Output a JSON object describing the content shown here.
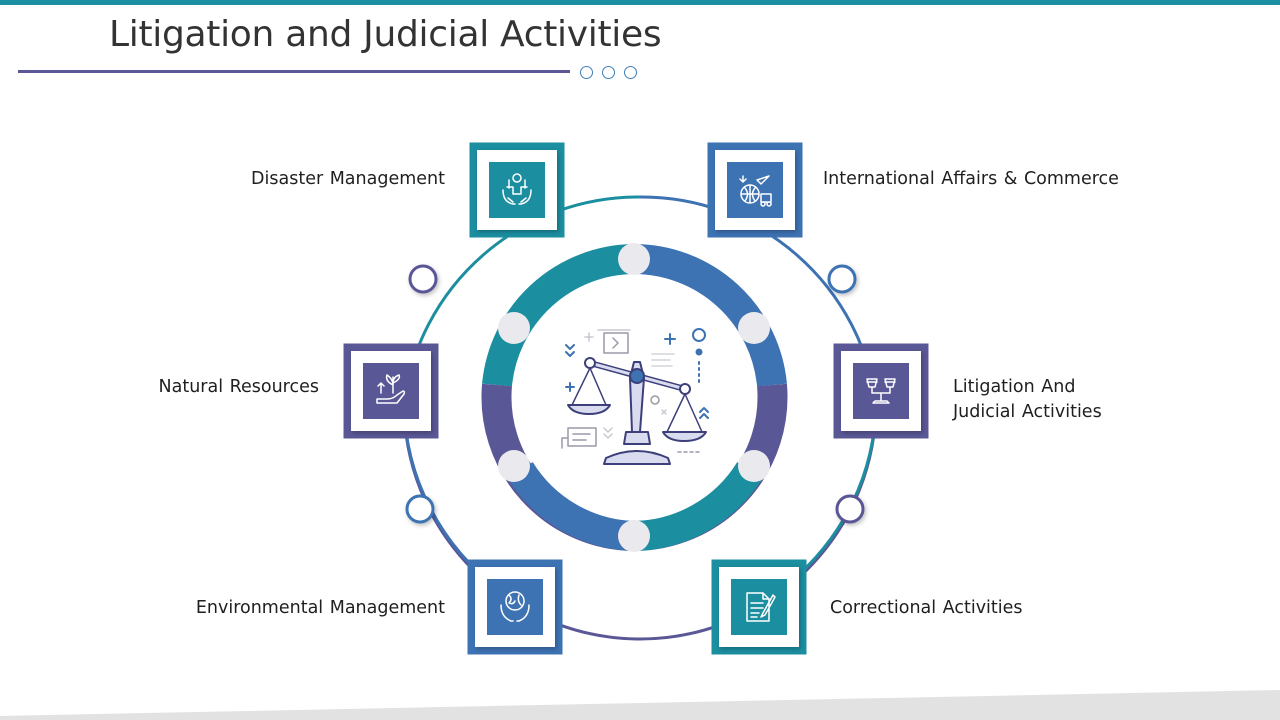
{
  "slide": {
    "title": "Litigation and Judicial Activities"
  },
  "nodes": [
    {
      "id": "disaster",
      "label": "Disaster Management",
      "icon": "hands-people-icon",
      "color": "#1b8ea0"
    },
    {
      "id": "international",
      "label": "International Affairs & Commerce",
      "icon": "globe-trade-icon",
      "color": "#3d72b3"
    },
    {
      "id": "natural",
      "label": "Natural Resources",
      "icon": "hand-plant-icon",
      "color": "#5a5796"
    },
    {
      "id": "litigation",
      "label": "Litigation And\nJudicial Activities",
      "icon": "courtroom-icon",
      "color": "#5a5796"
    },
    {
      "id": "environmental",
      "label": "Environmental Management",
      "icon": "hands-globe-icon",
      "color": "#3d72b3"
    },
    {
      "id": "correctional",
      "label": "Correctional Activities",
      "icon": "document-pen-icon",
      "color": "#1b8ea0"
    }
  ],
  "center": {
    "icon": "scales-of-justice-icon"
  },
  "colors": {
    "teal": "#1b8ea0",
    "blue": "#3d72b3",
    "purple": "#5a5796"
  }
}
